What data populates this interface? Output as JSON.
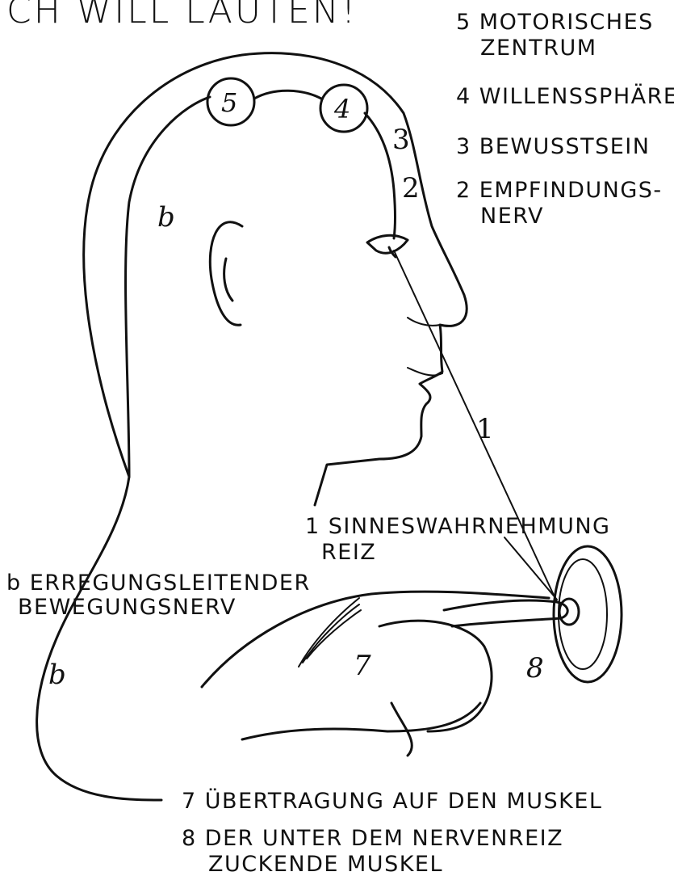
{
  "title": "ICH WILL LÄUTEN!",
  "legend": {
    "item5": {
      "num": "5",
      "line1": "MOTORISCHES",
      "line2": "ZENTRUM"
    },
    "item4": {
      "num": "4",
      "line1": "WILLENSSPHÄRE"
    },
    "item3": {
      "num": "3",
      "line1": "BEWUSSTSEIN"
    },
    "item2": {
      "num": "2",
      "line1": "EMPFINDUNGS-",
      "line2": "NERV"
    },
    "item1": {
      "num": "1",
      "line1": "SINNESWAHRNEHMUNG",
      "line2": "REIZ"
    },
    "item6": {
      "num": "b",
      "line1": "ERREGUNGSLEITENDER",
      "line2": "BEWEGUNGSNERV"
    },
    "item7": {
      "num": "7",
      "line1": "ÜBERTRAGUNG AUF DEN MUSKEL"
    },
    "item8": {
      "num": "8",
      "line1": "DER UNTER DEM NERVENREIZ",
      "line2": "ZUCKENDE MUSKEL"
    }
  },
  "markers": {
    "five": "5",
    "four": "4",
    "three": "3",
    "two": "2",
    "one": "1",
    "six_head": "b",
    "six_arm": "b",
    "seven": "7",
    "eight": "8"
  }
}
